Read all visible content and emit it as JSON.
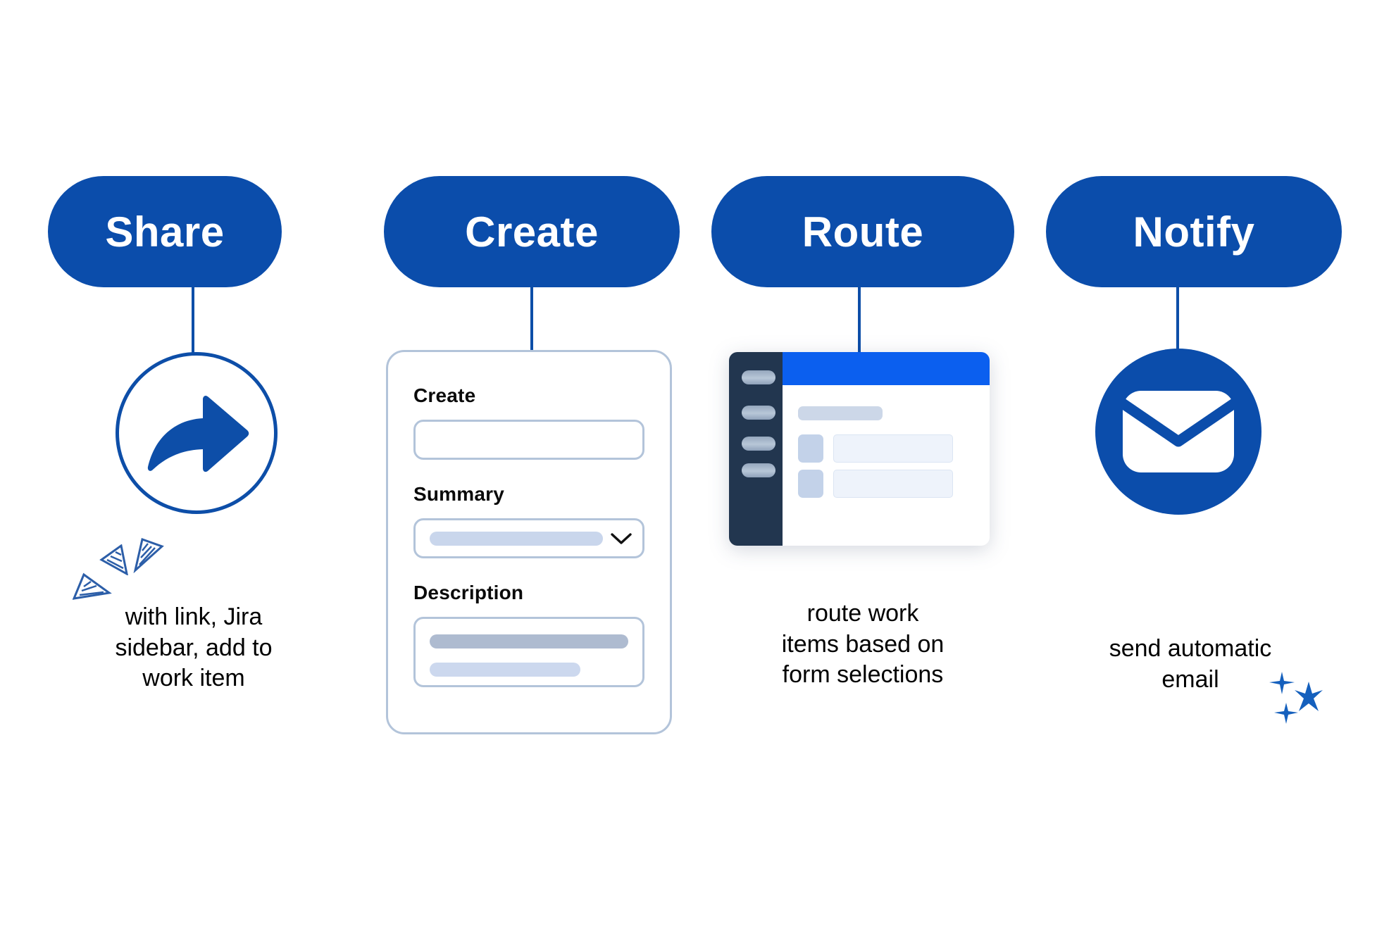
{
  "theme": {
    "brand_blue": "#0b4dab",
    "line_blue": "#0d4ea8",
    "accent_blue": "#0b5fef",
    "sidebar_navy": "#22364f",
    "border_gray_blue": "#b3c4da",
    "placeholder_light": "#ccd8ee",
    "placeholder_dark": "#aebbd0",
    "background": "#ffffff",
    "text_black": "#000000"
  },
  "steps": [
    {
      "id": "share",
      "pill_label": "Share",
      "icon": "share-arrow-icon",
      "caption": "with link, Jira\nsidebar, add to\nwork item",
      "decoration": "confetti"
    },
    {
      "id": "create",
      "pill_label": "Create",
      "icon": "form-card-illustration",
      "caption": "",
      "decoration": "none"
    },
    {
      "id": "route",
      "pill_label": "Route",
      "icon": "app-window-illustration",
      "caption": "route work\nitems based on\nform selections",
      "decoration": "none"
    },
    {
      "id": "notify",
      "pill_label": "Notify",
      "icon": "envelope-icon",
      "caption": "send automatic\nemail",
      "decoration": "sparkles"
    }
  ],
  "create_form": {
    "fields": [
      {
        "label": "Create",
        "type": "text",
        "value": ""
      },
      {
        "label": "Summary",
        "type": "select",
        "value": ""
      },
      {
        "label": "Description",
        "type": "textarea",
        "value": ""
      }
    ]
  },
  "route_window": {
    "nav_items": [
      "nav-item-1",
      "nav-item-2",
      "nav-item-3",
      "nav-item-4"
    ],
    "content_rows": [
      "row-1",
      "row-2"
    ]
  }
}
